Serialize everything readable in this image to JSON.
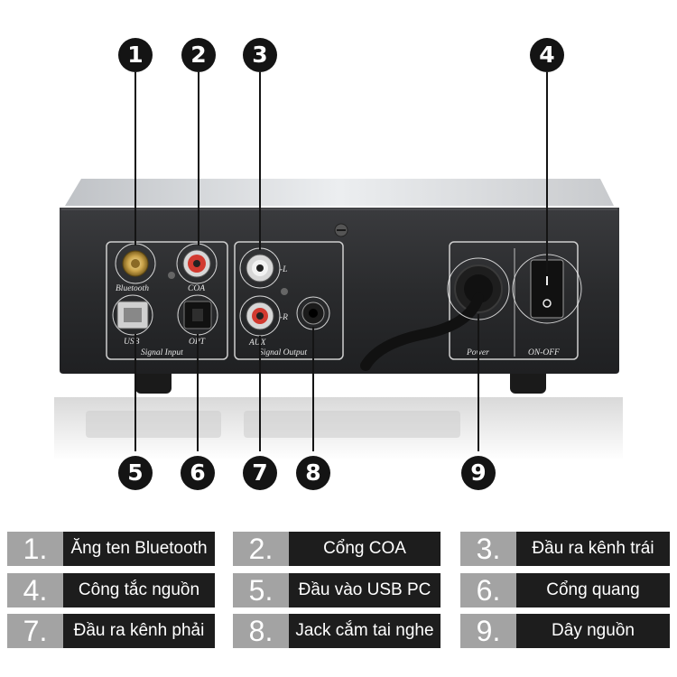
{
  "device": {
    "panel_labels": {
      "bluetooth": "Bluetooth",
      "coa": "COA",
      "usb": "USB",
      "opt": "OPT",
      "signal_input": "Signal Input",
      "left": "-L",
      "right": "-R",
      "aux": "AUX",
      "signal_output": "Signal Output",
      "power": "Power",
      "on_off": "ON-OFF"
    }
  },
  "callouts": [
    "1",
    "2",
    "3",
    "4",
    "5",
    "6",
    "7",
    "8",
    "9"
  ],
  "legend": [
    {
      "number": "1.",
      "label": "Ăng ten Bluetooth"
    },
    {
      "number": "2.",
      "label": "Cổng COA"
    },
    {
      "number": "3.",
      "label": "Đầu ra kênh trái"
    },
    {
      "number": "4.",
      "label": "Công tắc nguồn"
    },
    {
      "number": "5.",
      "label": "Đầu vào USB PC"
    },
    {
      "number": "6.",
      "label": "Cổng quang"
    },
    {
      "number": "7.",
      "label": "Đầu ra kênh phải"
    },
    {
      "number": "8.",
      "label": "Jack cắm tai nghe"
    },
    {
      "number": "9.",
      "label": "Dây nguồn"
    }
  ],
  "colors": {
    "badge": "#141414",
    "legend_number_bg": "#a3a3a3",
    "legend_label_bg": "#1d1d1d",
    "chassis": "#2a2b2d"
  }
}
